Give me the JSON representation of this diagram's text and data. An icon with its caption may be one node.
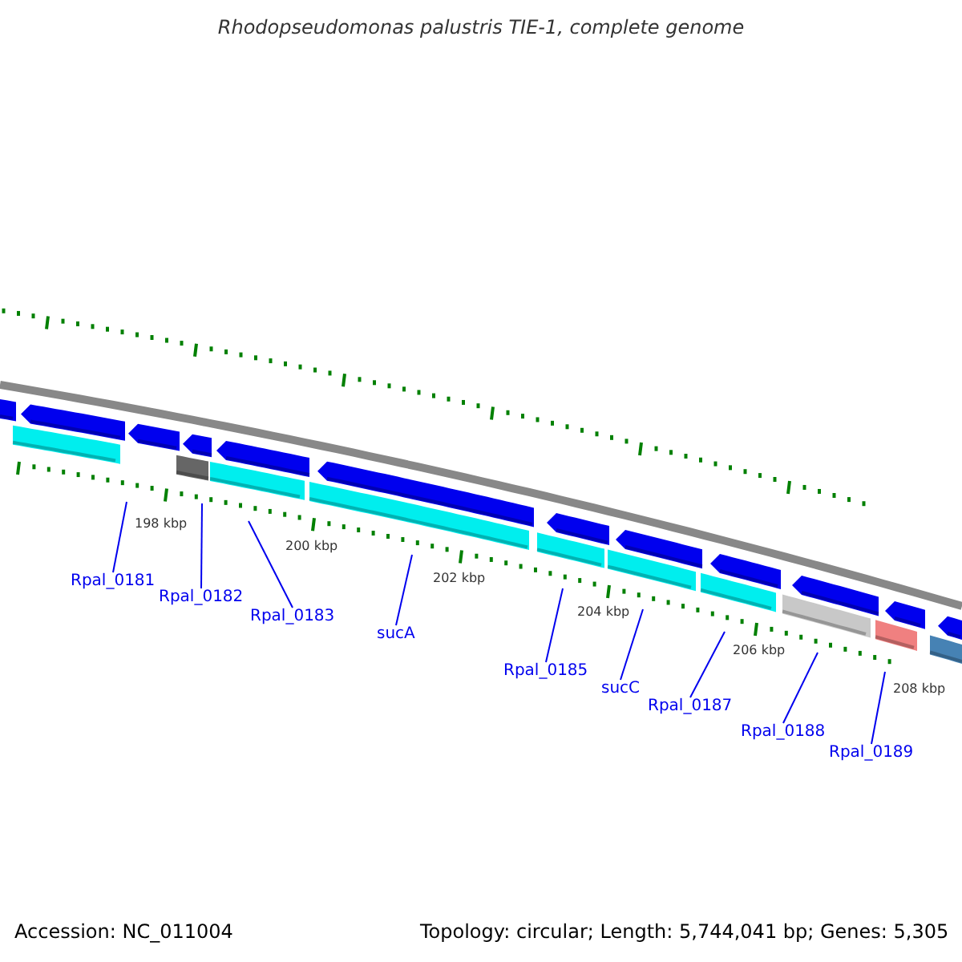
{
  "diagram": {
    "title": "Rhodopseudomonas palustris TIE-1, complete genome",
    "nodes": [
      {
        "text": [
          "Rpal_0181"
        ]
      },
      {
        "text": [
          "Rpal_0182"
        ]
      },
      {
        "text": [
          "Rpal_0183"
        ]
      },
      {
        "text": [
          "sucA"
        ]
      },
      {
        "text": [
          "Rpal_0185"
        ]
      },
      {
        "text": [
          "sucC"
        ]
      },
      {
        "text": [
          "Rpal_0187"
        ]
      },
      {
        "text": [
          "Rpal_0188"
        ]
      },
      {
        "text": [
          "Rpal_0189"
        ]
      }
    ],
    "edges": [
      {
        "from": 0,
        "to": null,
        "arrow": "none"
      },
      {
        "from": 1,
        "to": null,
        "arrow": "none"
      },
      {
        "from": 2,
        "to": null,
        "arrow": "none"
      },
      {
        "from": 3,
        "to": null,
        "arrow": "none"
      },
      {
        "from": 4,
        "to": null,
        "arrow": "none"
      },
      {
        "from": 5,
        "to": null,
        "arrow": "none"
      },
      {
        "from": 6,
        "to": null,
        "arrow": "none"
      },
      {
        "from": 7,
        "to": null,
        "arrow": "none"
      },
      {
        "from": 8,
        "to": null,
        "arrow": "none"
      }
    ],
    "labels": [
      "198 kbp",
      "200 kbp",
      "202 kbp",
      "204 kbp",
      "206 kbp",
      "208 kbp",
      "Accession: NC_011004",
      "Topology: circular; Length: 5,744,041 bp; Genes: 5,305"
    ]
  }
}
